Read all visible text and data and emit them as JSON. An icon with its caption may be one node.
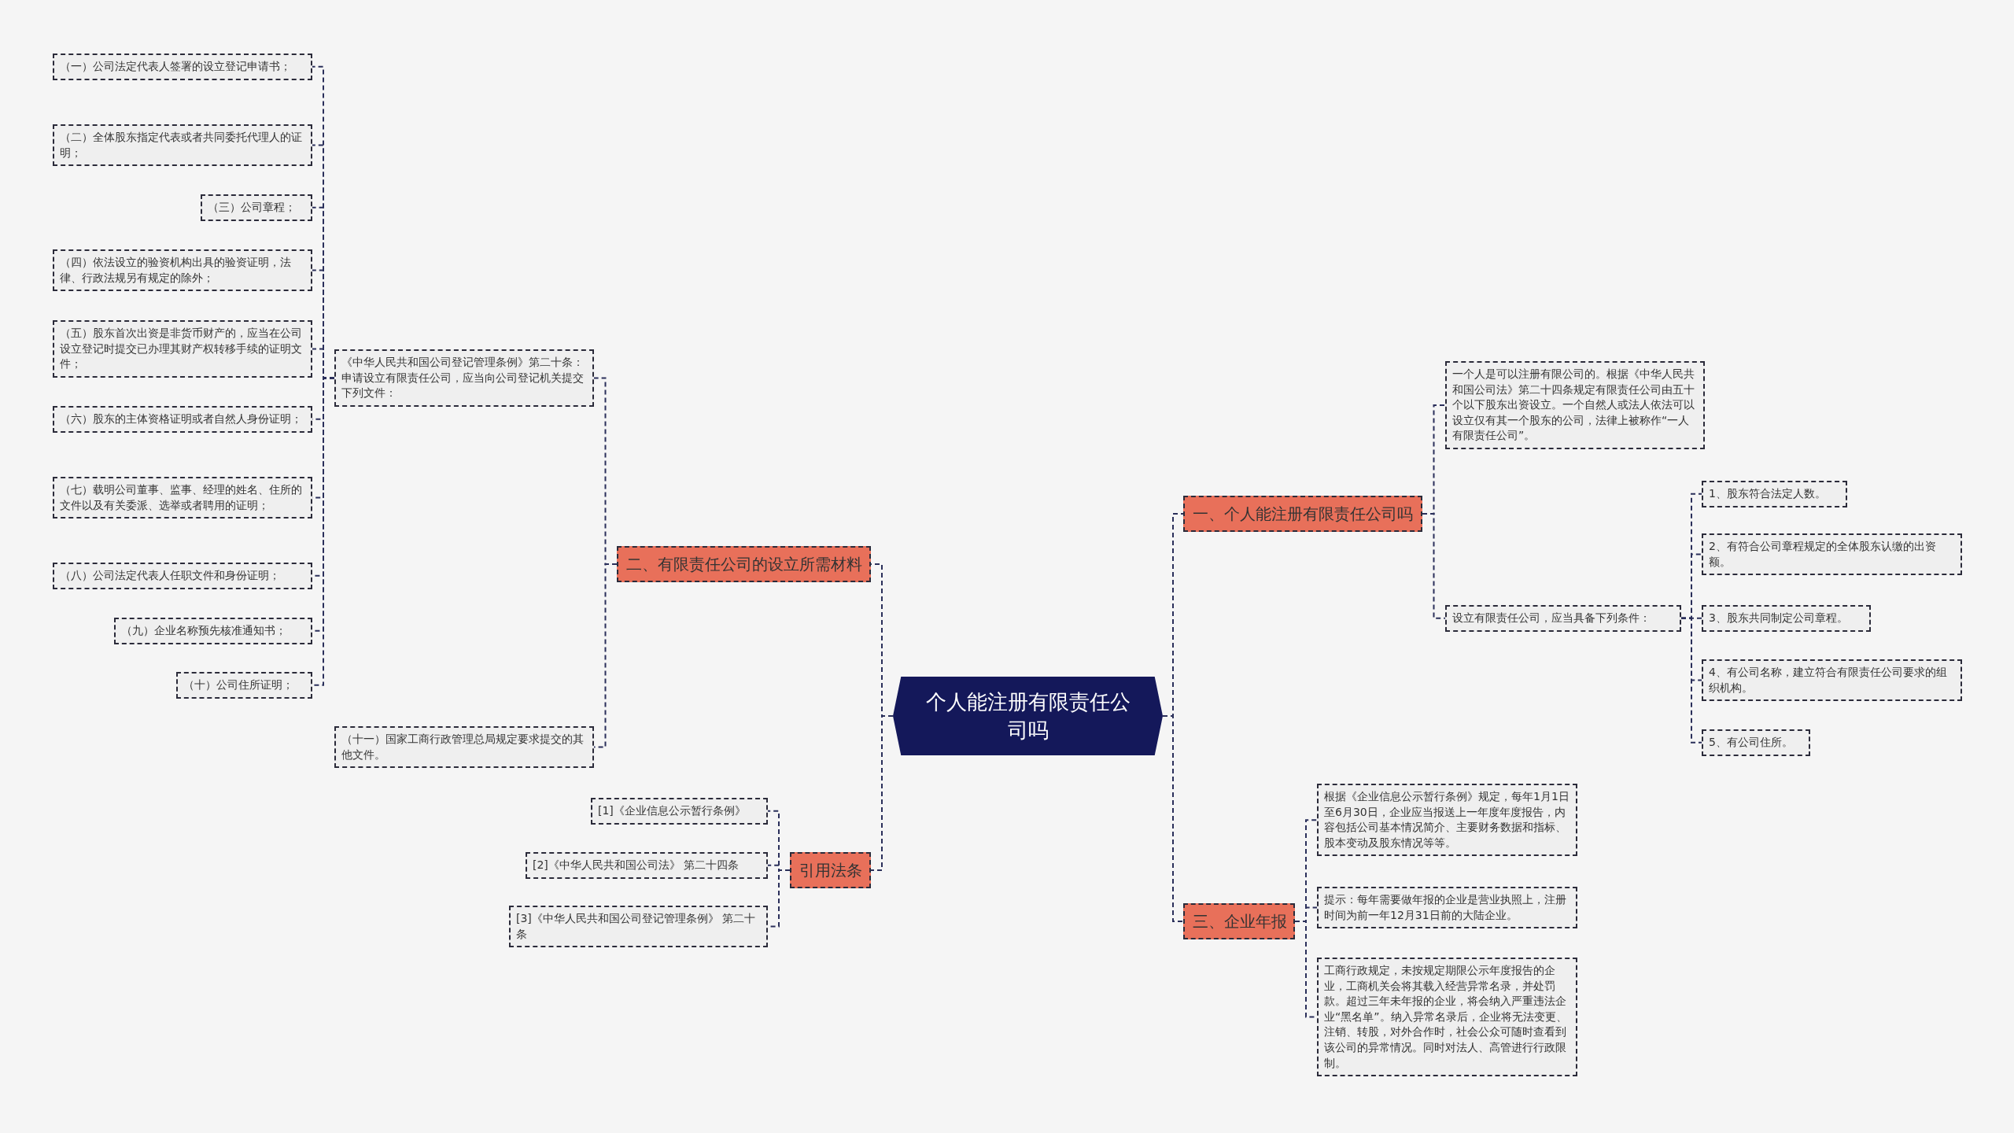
{
  "diagram": {
    "nodes": [
      {
        "text": [
          "个人能注册有限责任公司吗"
        ]
      },
      {
        "text": [
          "一、个人能注册有限责任公司吗"
        ]
      },
      {
        "text": [
          "一个人是可以注册有限公司的。根据《中华人民共和国公司法》第二十四条规定有限责任公司由五十个以下股东出资设立。一个自然人或法人依法可以设立仅有其一个股东的公司，法律上被称作“一人有限责任公司”。"
        ]
      },
      {
        "text": [
          "设立有限责任公司，应当具备下列条件："
        ]
      },
      {
        "text": [
          "1、股东符合法定人数。"
        ]
      },
      {
        "text": [
          "2、有符合公司章程规定的全体股东认缴的出资额。"
        ]
      },
      {
        "text": [
          "3、股东共同制定公司章程。"
        ]
      },
      {
        "text": [
          "4、有公司名称，建立符合有限责任公司要求的组织机构。"
        ]
      },
      {
        "text": [
          "5、有公司住所。"
        ]
      },
      {
        "text": [
          "三、企业年报"
        ]
      },
      {
        "text": [
          "根据《企业信息公示暂行条例》规定，每年1月1日至6月30日，企业应当报送上一年度年度报告，内容包括公司基本情况简介、主要财务数据和指标、股本变动及股东情况等等。"
        ]
      },
      {
        "text": [
          "提示：每年需要做年报的企业是营业执照上，注册时间为前一年12月31日前的大陆企业。"
        ]
      },
      {
        "text": [
          "工商行政规定，未按规定期限公示年度报告的企业，工商机关会将其载入经营异常名录，并处罚款。超过三年未年报的企业，将会纳入严重违法企业“黑名单”。纳入异常名录后，企业将无法变更、注销、转股，对外合作时，社会公众可随时查看到该公司的异常情况。同时对法人、高管进行行政限制。"
        ]
      },
      {
        "text": [
          "二、有限责任公司的设立所需材料"
        ]
      },
      {
        "text": [
          "《中华人民共和国公司登记管理条例》第二十条：申请设立有限责任公司，应当向公司登记机关提交下列文件："
        ]
      },
      {
        "text": [
          "（一）公司法定代表人签署的设立登记申请书；"
        ]
      },
      {
        "text": [
          "（二）全体股东指定代表或者共同委托代理人的证明；"
        ]
      },
      {
        "text": [
          "（三）公司章程；"
        ]
      },
      {
        "text": [
          "（四）依法设立的验资机构出具的验资证明，法律、行政法规另有规定的除外；"
        ]
      },
      {
        "text": [
          "（五）股东首次出资是非货币财产的，应当在公司设立登记时提交已办理其财产权转移手续的证明文件；"
        ]
      },
      {
        "text": [
          "（六）股东的主体资格证明或者自然人身份证明；"
        ]
      },
      {
        "text": [
          "（七）载明公司董事、监事、经理的姓名、住所的文件以及有关委派、选举或者聘用的证明；"
        ]
      },
      {
        "text": [
          "（八）公司法定代表人任职文件和身份证明；"
        ]
      },
      {
        "text": [
          "（九）企业名称预先核准通知书；"
        ]
      },
      {
        "text": [
          "（十）公司住所证明；"
        ]
      },
      {
        "text": [
          "（十一）国家工商行政管理总局规定要求提交的其他文件。"
        ]
      },
      {
        "text": [
          "引用法条"
        ]
      },
      {
        "text": [
          "[1]《企业信息公示暂行条例》"
        ]
      },
      {
        "text": [
          "[2]《中华人民共和国公司法》 第二十四条"
        ]
      },
      {
        "text": [
          "[3]《中华人民共和国公司登记管理条例》 第二十条"
        ]
      }
    ],
    "edges": [
      {
        "from": 0,
        "to": 1,
        "arrow": "none",
        "style": "dashed"
      },
      {
        "from": 1,
        "to": 2,
        "arrow": "none",
        "style": "dashed"
      },
      {
        "from": 1,
        "to": 3,
        "arrow": "none",
        "style": "dashed"
      },
      {
        "from": 3,
        "to": 4,
        "arrow": "none",
        "style": "dashed"
      },
      {
        "from": 3,
        "to": 5,
        "arrow": "none",
        "style": "dashed"
      },
      {
        "from": 3,
        "to": 6,
        "arrow": "none",
        "style": "dashed"
      },
      {
        "from": 3,
        "to": 7,
        "arrow": "none",
        "style": "dashed"
      },
      {
        "from": 3,
        "to": 8,
        "arrow": "none",
        "style": "dashed"
      },
      {
        "from": 0,
        "to": 9,
        "arrow": "none",
        "style": "dashed"
      },
      {
        "from": 9,
        "to": 10,
        "arrow": "none",
        "style": "dashed"
      },
      {
        "from": 9,
        "to": 11,
        "arrow": "none",
        "style": "dashed"
      },
      {
        "from": 9,
        "to": 12,
        "arrow": "none",
        "style": "dashed"
      },
      {
        "from": 0,
        "to": 13,
        "arrow": "none",
        "style": "dashed"
      },
      {
        "from": 13,
        "to": 14,
        "arrow": "none",
        "style": "dashed"
      },
      {
        "from": 14,
        "to": 15,
        "arrow": "none",
        "style": "dashed"
      },
      {
        "from": 14,
        "to": 16,
        "arrow": "none",
        "style": "dashed"
      },
      {
        "from": 14,
        "to": 17,
        "arrow": "none",
        "style": "dashed"
      },
      {
        "from": 14,
        "to": 18,
        "arrow": "none",
        "style": "dashed"
      },
      {
        "from": 14,
        "to": 19,
        "arrow": "none",
        "style": "dashed"
      },
      {
        "from": 14,
        "to": 20,
        "arrow": "none",
        "style": "dashed"
      },
      {
        "from": 14,
        "to": 21,
        "arrow": "none",
        "style": "dashed"
      },
      {
        "from": 14,
        "to": 22,
        "arrow": "none",
        "style": "dashed"
      },
      {
        "from": 14,
        "to": 23,
        "arrow": "none",
        "style": "dashed"
      },
      {
        "from": 14,
        "to": 24,
        "arrow": "none",
        "style": "dashed"
      },
      {
        "from": 13,
        "to": 25,
        "arrow": "none",
        "style": "dashed"
      },
      {
        "from": 0,
        "to": 26,
        "arrow": "none",
        "style": "dashed"
      },
      {
        "from": 26,
        "to": 27,
        "arrow": "none",
        "style": "dashed"
      },
      {
        "from": 26,
        "to": 28,
        "arrow": "none",
        "style": "dashed"
      },
      {
        "from": 26,
        "to": 29,
        "arrow": "none",
        "style": "dashed"
      }
    ]
  }
}
